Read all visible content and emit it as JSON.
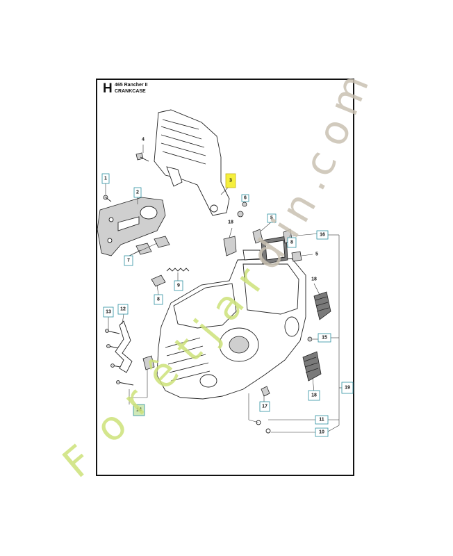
{
  "header": {
    "section_letter": "H",
    "model": "465 Rancher II",
    "section": "CRANKCASE"
  },
  "callouts": [
    {
      "id": "c1",
      "label": "1",
      "style": "normal"
    },
    {
      "id": "c2",
      "label": "2",
      "style": "normal"
    },
    {
      "id": "c3",
      "label": "3",
      "style": "highlight"
    },
    {
      "id": "c4",
      "label": "4",
      "style": "plain"
    },
    {
      "id": "c5a",
      "label": "5",
      "style": "normal"
    },
    {
      "id": "c5b",
      "label": "5",
      "style": "plain"
    },
    {
      "id": "c6",
      "label": "6",
      "style": "normal"
    },
    {
      "id": "c7",
      "label": "7",
      "style": "normal"
    },
    {
      "id": "c8a",
      "label": "8",
      "style": "normal"
    },
    {
      "id": "c8b",
      "label": "8",
      "style": "normal"
    },
    {
      "id": "c9",
      "label": "9",
      "style": "normal"
    },
    {
      "id": "c10",
      "label": "10",
      "style": "normal"
    },
    {
      "id": "c11",
      "label": "11",
      "style": "normal"
    },
    {
      "id": "c12",
      "label": "12",
      "style": "normal"
    },
    {
      "id": "c13",
      "label": "13",
      "style": "normal"
    },
    {
      "id": "c14",
      "label": "14",
      "style": "green"
    },
    {
      "id": "c15",
      "label": "15",
      "style": "normal"
    },
    {
      "id": "c16",
      "label": "16",
      "style": "normal"
    },
    {
      "id": "c17",
      "label": "17",
      "style": "normal"
    },
    {
      "id": "c18a",
      "label": "18",
      "style": "plain"
    },
    {
      "id": "c18b",
      "label": "18",
      "style": "plain"
    },
    {
      "id": "c18c",
      "label": "18",
      "style": "normal"
    },
    {
      "id": "c19",
      "label": "19",
      "style": "normal"
    }
  ],
  "watermark": {
    "green_text": "Forêtjar",
    "gray_text": "din.com",
    "green_color": "#cde27a",
    "gray_color": "#c9c1b2"
  },
  "colors": {
    "callout_border": "#2a8fa0",
    "highlight_fill": "#f5ef3c",
    "green_fill": "#cfe9b8"
  }
}
